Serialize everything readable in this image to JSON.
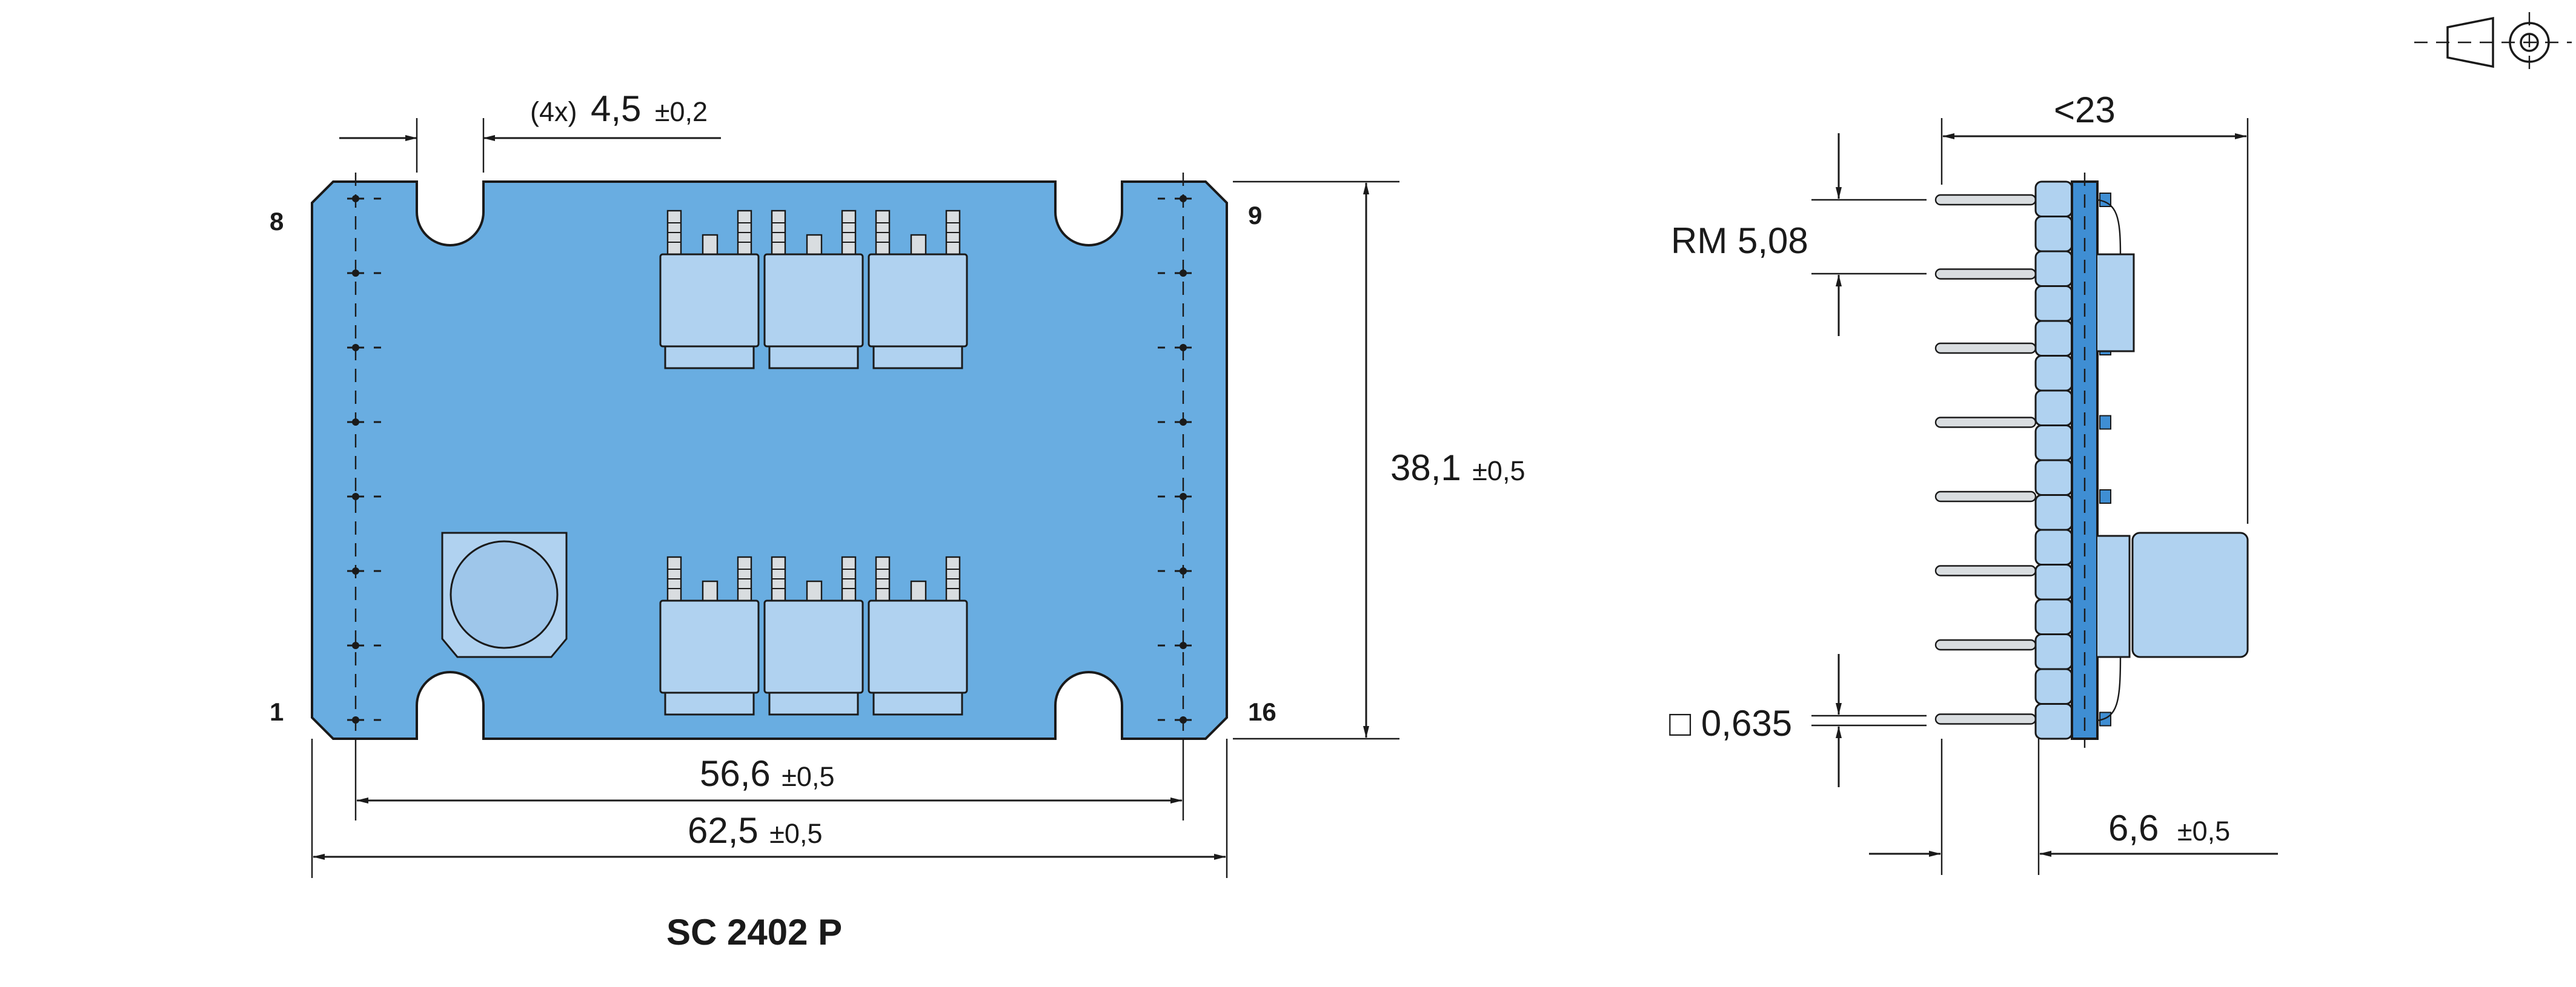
{
  "title": "SC 2402 P",
  "pins": {
    "top_left": "8",
    "bottom_left": "1",
    "top_right": "9",
    "bottom_right": "16"
  },
  "dimensions": {
    "slot": {
      "prefix": "(4x)",
      "value": "4,5",
      "tolerance": "±0,2"
    },
    "height": {
      "value": "38,1",
      "tolerance": "±0,5"
    },
    "pin_span": {
      "value": "56,6",
      "tolerance": "±0,5"
    },
    "length": {
      "value": "62,5",
      "tolerance": "±0,5"
    },
    "overall_depth": {
      "value": "<23"
    },
    "pitch": {
      "value": "RM 5,08"
    },
    "pin_section": {
      "value": "□ 0,635"
    },
    "board_thickness": {
      "value": "6,6",
      "tolerance": "±0,5"
    }
  },
  "icons": [
    "projection-symbol-icon"
  ],
  "colors": {
    "board": "#69ade1",
    "components": "#b0d2f0",
    "lines": "#1a1a1a"
  }
}
